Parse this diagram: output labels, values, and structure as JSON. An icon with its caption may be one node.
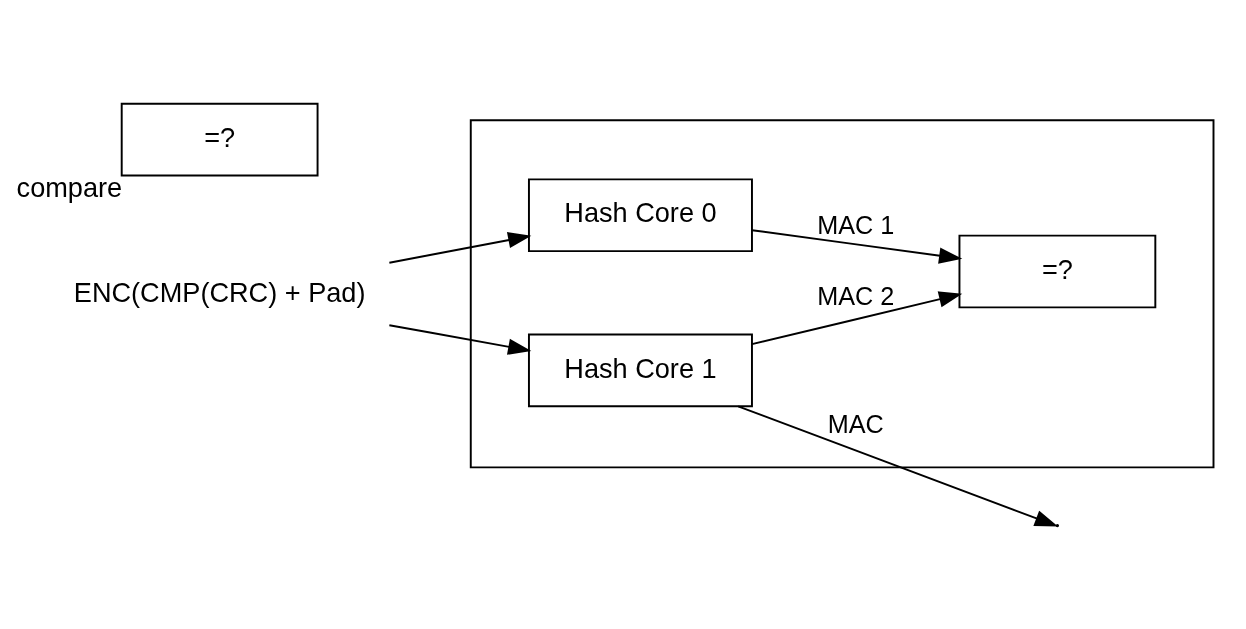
{
  "diagram": {
    "nodes": [
      {
        "text": [],
        "shape": "box"
      },
      {
        "text": [
          "ENC(CMP(CRC) + Pad)"
        ]
      },
      {
        "text": [
          "Hash Core 0"
        ],
        "in": 0
      },
      {
        "text": [
          "=?"
        ],
        "in": 0
      },
      {
        "text": [
          "Hash Core 1"
        ],
        "in": 0
      },
      {
        "text": [
          "=?"
        ],
        "beside": [
          "compare"
        ]
      }
    ],
    "edges": [
      {
        "from": 1,
        "to": 2,
        "arrow": "to"
      },
      {
        "from": 1,
        "to": 4,
        "arrow": "to"
      },
      {
        "from": 2,
        "to": 3,
        "arrow": "to",
        "label": "MAC 1"
      },
      {
        "from": 4,
        "to": 3,
        "arrow": "to",
        "label": "MAC 2"
      },
      {
        "from": 4,
        "to": null,
        "arrow": "to",
        "label": "MAC"
      }
    ]
  }
}
